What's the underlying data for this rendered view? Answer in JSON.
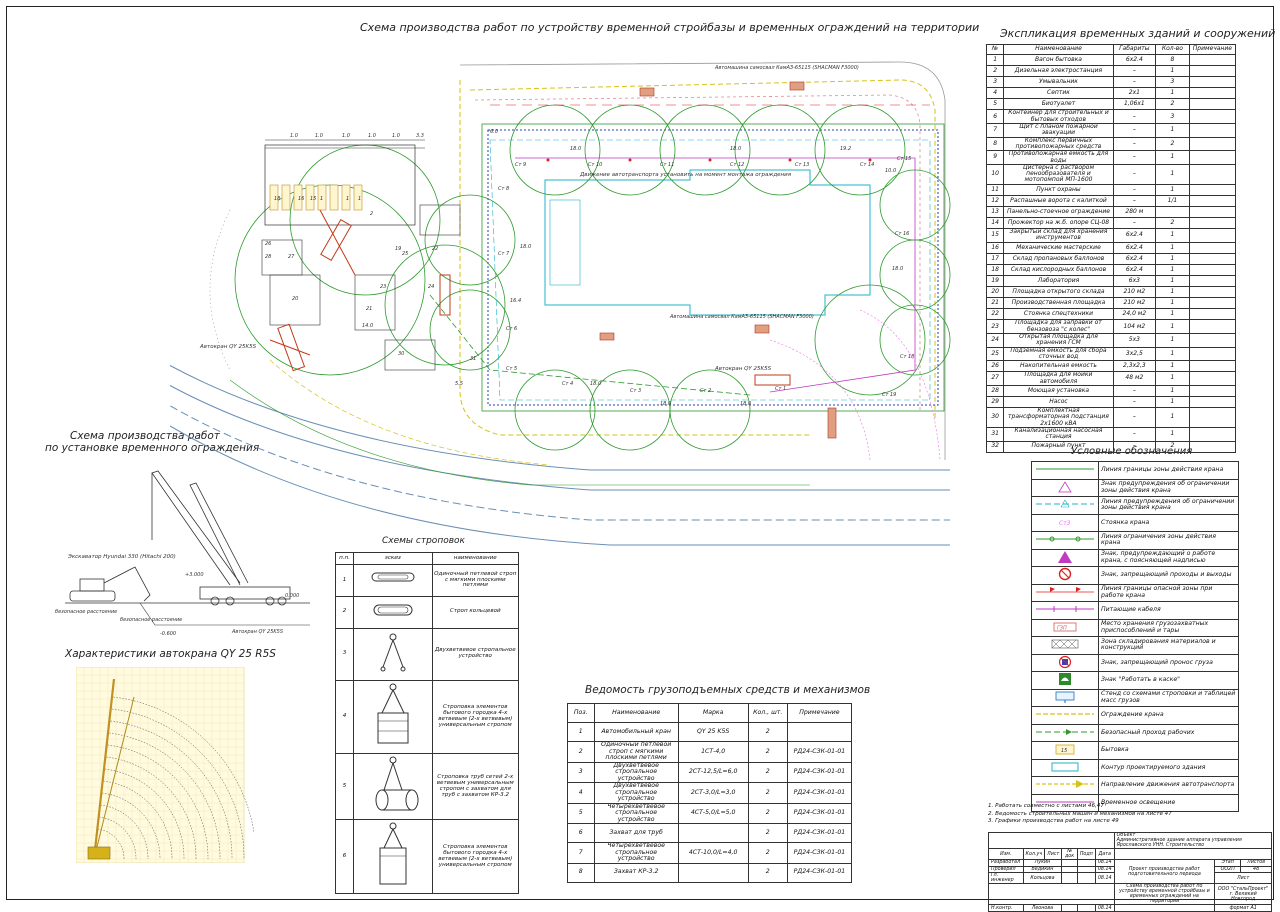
{
  "sheet_title": "Схема производства работ по устройству временной стройбазы и временных ограждений на территории",
  "side_title_1": "Схема производства работ",
  "side_title_2": "по установке временного ограждения",
  "chars_title": "Характеристики автокрана QY 25 R5S",
  "expl": {
    "title": "Экспликация временных зданий и сооружений",
    "headers": [
      "№",
      "Наименование",
      "Габариты",
      "Кол-во",
      "Примечание"
    ],
    "rows": [
      [
        "1",
        "Вагон бытовка",
        "6x2.4",
        "8",
        ""
      ],
      [
        "2",
        "Дизельная электростанция",
        "–",
        "1",
        ""
      ],
      [
        "3",
        "Умывальник",
        "–",
        "3",
        ""
      ],
      [
        "4",
        "Септик",
        "2x1",
        "1",
        ""
      ],
      [
        "5",
        "Биотуалет",
        "1,06x1",
        "2",
        ""
      ],
      [
        "6",
        "Контейнер для строительных и бытовых отходов",
        "–",
        "3",
        ""
      ],
      [
        "7",
        "Щит с планом пожарной эвакуации",
        "–",
        "1",
        ""
      ],
      [
        "8",
        "Комплекс первичных противопожарных средств",
        "–",
        "2",
        ""
      ],
      [
        "9",
        "Противопожарная емкость для воды",
        "–",
        "1",
        ""
      ],
      [
        "10",
        "Цистерна с раствором пенообразователя и мотопомпой МП-1600",
        "–",
        "1",
        ""
      ],
      [
        "11",
        "Пункт охраны",
        "–",
        "1",
        ""
      ],
      [
        "12",
        "Распашные ворота с калиткой",
        "–",
        "1/1",
        ""
      ],
      [
        "13",
        "Панельно-стоечное ограждение",
        "280 м",
        "",
        ""
      ],
      [
        "14",
        "Прожектор на ж.б. опоре СЦ-08",
        "–",
        "2",
        ""
      ],
      [
        "15",
        "Закрытый склад для хранения инструментов",
        "6x2.4",
        "1",
        ""
      ],
      [
        "16",
        "Механические мастерские",
        "6x2.4",
        "1",
        ""
      ],
      [
        "17",
        "Склад пропановых баллонов",
        "6x2.4",
        "1",
        ""
      ],
      [
        "18",
        "Склад кислородных баллонов",
        "6x2.4",
        "1",
        ""
      ],
      [
        "19",
        "Лаборатория",
        "6x3",
        "1",
        ""
      ],
      [
        "20",
        "Площадка открытого склада",
        "210 м2",
        "1",
        ""
      ],
      [
        "21",
        "Производственная площадка",
        "210 м2",
        "1",
        ""
      ],
      [
        "22",
        "Стоянка спецтехники",
        "24,0 м2",
        "1",
        ""
      ],
      [
        "23",
        "Площадка для заправки от бензовоза \"с колес\"",
        "104 м2",
        "1",
        ""
      ],
      [
        "24",
        "Открытая площадка для хранения ГСМ",
        "5x3",
        "1",
        ""
      ],
      [
        "25",
        "Подземная емкость для сбора сточных вод",
        "3x2,5",
        "1",
        ""
      ],
      [
        "26",
        "Накопительная емкость",
        "2,3x2,3",
        "1",
        ""
      ],
      [
        "27",
        "Площадка для мойки автомобиля",
        "48 м2",
        "1",
        ""
      ],
      [
        "28",
        "Моющая установка",
        "–",
        "1",
        ""
      ],
      [
        "29",
        "Насос",
        "–",
        "1",
        ""
      ],
      [
        "30",
        "Комплектная трансформаторная подстанция 2х1600 кВА",
        "–",
        "1",
        ""
      ],
      [
        "31",
        "Канализационная насосная станция",
        "–",
        "1",
        ""
      ],
      [
        "32",
        "Пожарный пункт",
        "–",
        "2",
        ""
      ]
    ]
  },
  "legend": {
    "title": "Условные обозначения",
    "items": [
      {
        "text": "Линия границы зоны действия крана",
        "sym": "line",
        "color": "#2e9a2e"
      },
      {
        "text": "Знак предупреждения об ограничении зоны действия крана",
        "sym": "warn",
        "color": "#c23ac2"
      },
      {
        "text": "Линия предупреждения об ограничении зоны действия крана",
        "sym": "dash",
        "color": "#1fb3c9"
      },
      {
        "text": "Стоянка крана",
        "sym": "cranepos",
        "color": "#ee6fee"
      },
      {
        "text": "Линия ограничения зоны действия крана",
        "sym": "dotline",
        "color": "#2e9a2e"
      },
      {
        "text": "Знак, предупреждающий о работе крана, с поясняющей надписью",
        "sym": "warnfill",
        "color": "#c23ac2"
      },
      {
        "text": "Знак, запрещающий проходы и выходы",
        "sym": "prohibit",
        "color": "#d22"
      },
      {
        "text": "Линия границы опасной зоны при работе крана",
        "sym": "flagline",
        "color": "#d22"
      },
      {
        "text": "Питающие кабеля",
        "sym": "cable",
        "color": "#c23ac2"
      },
      {
        "text": "Место хранения грузозахватных приспособлений и тары",
        "sym": "box",
        "color": "#d45a5a"
      },
      {
        "text": "Зона складирования материалов и конструкций",
        "sym": "hatch",
        "color": "#555"
      },
      {
        "text": "Знак, запрещающий пронос груза",
        "sym": "prohibit2",
        "color": "#3344bb"
      },
      {
        "text": "Знак \"Работать в каске\"",
        "sym": "helmet",
        "color": "#2a8a2a"
      },
      {
        "text": "Стенд со схемами строповки и таблицей масс грузов",
        "sym": "stand",
        "color": "#1a6fb5"
      },
      {
        "text": "Ограждение крана",
        "sym": "fence",
        "color": "#d6c21a"
      },
      {
        "text": "Безопасный проход рабочих",
        "sym": "arrowline",
        "color": "#2e9a2e"
      },
      {
        "text": "Бытовка",
        "sym": "cabin",
        "color": "#d6a21a"
      },
      {
        "text": "Контур проектируемого здания",
        "sym": "contour",
        "color": "#1fb3c9"
      },
      {
        "text": "Направление движения автотранспорта",
        "sym": "direction",
        "color": "#d6c21a"
      },
      {
        "text": "Временное освещение",
        "sym": "light",
        "color": "#c23ac2"
      }
    ]
  },
  "sling": {
    "title": "Схемы строповок",
    "headers": [
      "п.п.",
      "эскиз",
      "наименование"
    ],
    "rows": [
      [
        "1",
        "Одиночный петлевой строп с мягкими плоскими петлями"
      ],
      [
        "2",
        "Строп кольцевой"
      ],
      [
        "3",
        "Двухветвевое стропальное устройство"
      ],
      [
        "4",
        "Строповка элементов бытового городка 4-х ветвевым (2-х ветвевым) универсальным стропом"
      ],
      [
        "5",
        "Строповка труб сетей 2-х ветвевым универсальным стропом с захватом для труб с захватом КР-3.2"
      ],
      [
        "6",
        "Строповка элементов бытового городка 4-х ветвевым (2-х ветвевым) универсальным стропом"
      ]
    ]
  },
  "lift": {
    "title": "Ведомость грузоподъемных средств и механизмов",
    "headers": [
      "Поз.",
      "Наименование",
      "Марка",
      "Кол., шт.",
      "Примечание"
    ],
    "rows": [
      [
        "1",
        "Автомобильный кран",
        "QY 25 K5S",
        "2",
        ""
      ],
      [
        "2",
        "Одиночный петлевой строп с мягкими плоскими петлями",
        "1СТ-4,0",
        "2",
        "РД24-СЗК-01-01"
      ],
      [
        "3",
        "Двухветвевое стропальное устройство",
        "2СТ-12,5/L=6,0",
        "2",
        "РД24-СЗК-01-01"
      ],
      [
        "4",
        "Двухветвевое стропальное устройство",
        "2СТ-3,0/L=3,0",
        "2",
        "РД24-СЗК-01-01"
      ],
      [
        "5",
        "Четырехветвевое стропальное устройство",
        "4СТ-5,0/L=5,0",
        "2",
        "РД24-СЗК-01-01"
      ],
      [
        "6",
        "Захват для труб",
        "",
        "2",
        "РД24-СЗК-01-01"
      ],
      [
        "7",
        "Четырехветвевое стропальное устройство",
        "4СТ-10,0/L=4,0",
        "2",
        "РД24-СЗК-01-01"
      ],
      [
        "8",
        "Захват КР-3.2",
        "",
        "2",
        "РД24-СЗК-01-01"
      ]
    ]
  },
  "notes": [
    "1. Работать совместно с листами 46,47",
    "2. Ведомость строительных машин и механизмов на листе 47",
    "3. Графики производства работ на листе 49"
  ],
  "stamp": {
    "object_label": "Объект",
    "object": "Административное здание аппарата управления Ярославского УНН. Строительство",
    "stage_label": "Этап",
    "sheet_label": "Лист",
    "sheets_label": "Листов",
    "stage": "ОО2П",
    "sheet": "48",
    "project": "Проект производства работ подготовительного периода",
    "drawing": "Схема производства работ по устройству временной стройбазы и временных ограждений на территории",
    "company": "ООО \"СтальПроект\" г. Великий Новгород",
    "format": "формат А1",
    "role_labels": [
      "Разработал",
      "Проверил",
      "Гл. инженер",
      "Н.контр."
    ],
    "names": [
      "Лукин",
      "Ведикин",
      "Кольцова",
      "Леонова"
    ],
    "dates": [
      "08.14",
      "08.14",
      "08.14",
      "08.14"
    ],
    "head_labels": [
      "Изм.",
      "Кол.уч",
      "Лист",
      "№ док",
      "Подп",
      "Дата"
    ]
  },
  "plan_labels": {
    "truck1": "Автомашина самосвал КамАЗ-65115 (SHACMAN F3000)",
    "truck2": "Автомашина самосвал КамАЗ-65115 (SHACMAN F3000)",
    "crane1": "Автокран QY 25K5S",
    "crane2": "Автокран QY 25K5S",
    "direction_note1": "Движение автотранспорта установить на момент монтажа ограждения",
    "direction_note2": "Движение автотранспорта установить на момент монтажа ограждения"
  },
  "elevation_labels": {
    "excavator": "Экскаватор Hyundai 330 (Hitachi 200)",
    "crane": "Автокран QY 25K5S",
    "safe1": "безопасное расстояние",
    "safe2": "безопасное расстояние",
    "mark1": "0.000",
    "mark2": "-0.600",
    "mark3": "+3.000"
  }
}
